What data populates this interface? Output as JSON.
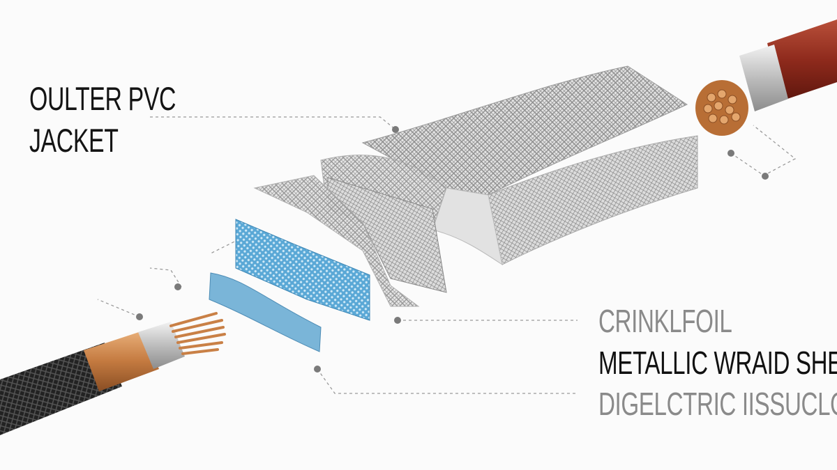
{
  "labels": {
    "outer_jacket_line1": "OULTER PVC",
    "outer_jacket_line2": "JACKET",
    "crinkle_foil": "CRINKLFOIL",
    "metallic_braid": "METALLIC WRAID SHELD",
    "dielectric": "DIGELCTRIC IISSUCLOR"
  },
  "colors": {
    "jacket_black": "#1e1e1e",
    "jacket_red": "#8e2a1c",
    "copper": "#c8804a",
    "foil_blue": "#6fb0d8",
    "mesh_silver": "#9a9a9a"
  }
}
